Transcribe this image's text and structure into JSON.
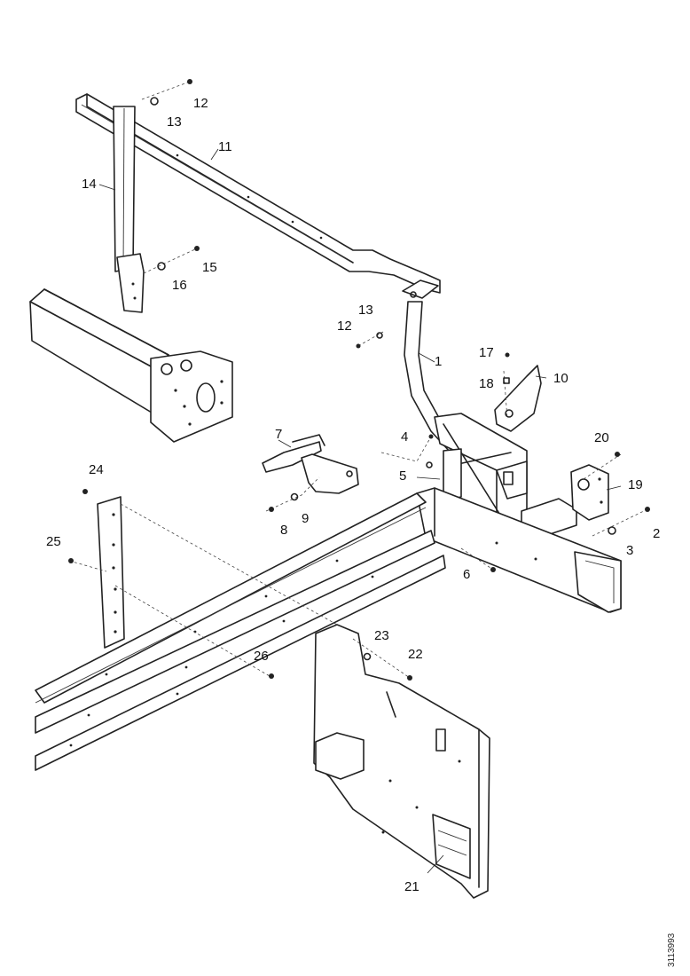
{
  "figure": {
    "reference_code": "3113993",
    "callouts": {
      "p1": "1",
      "p2": "2",
      "p3": "3",
      "p4": "4",
      "p5": "5",
      "p6": "6",
      "p7": "7",
      "p8": "8",
      "p9": "9",
      "p10": "10",
      "p11": "11",
      "p12a": "12",
      "p12b": "12",
      "p13a": "13",
      "p13b": "13",
      "p14": "14",
      "p15": "15",
      "p16": "16",
      "p17": "17",
      "p18": "18",
      "p19": "19",
      "p20": "20",
      "p21": "21",
      "p22": "22",
      "p23": "23",
      "p24": "24",
      "p25": "25",
      "p26": "26"
    }
  }
}
